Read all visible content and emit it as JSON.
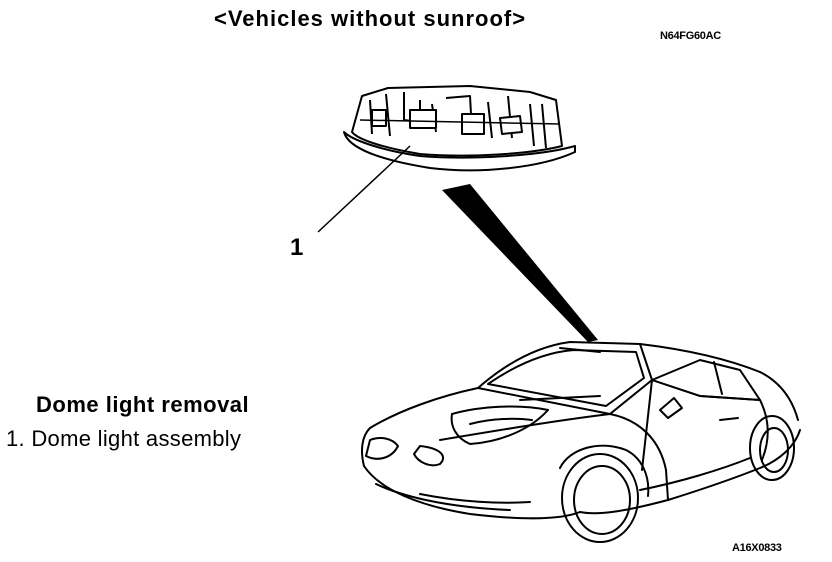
{
  "header": {
    "title": "<Vehicles without sunroof>",
    "code_top": "N64FG60AC"
  },
  "diagram": {
    "callout_number": "1",
    "section_title": "Dome light removal",
    "items": [
      "1. Dome light assembly"
    ],
    "code_bottom": "A16X0833"
  }
}
